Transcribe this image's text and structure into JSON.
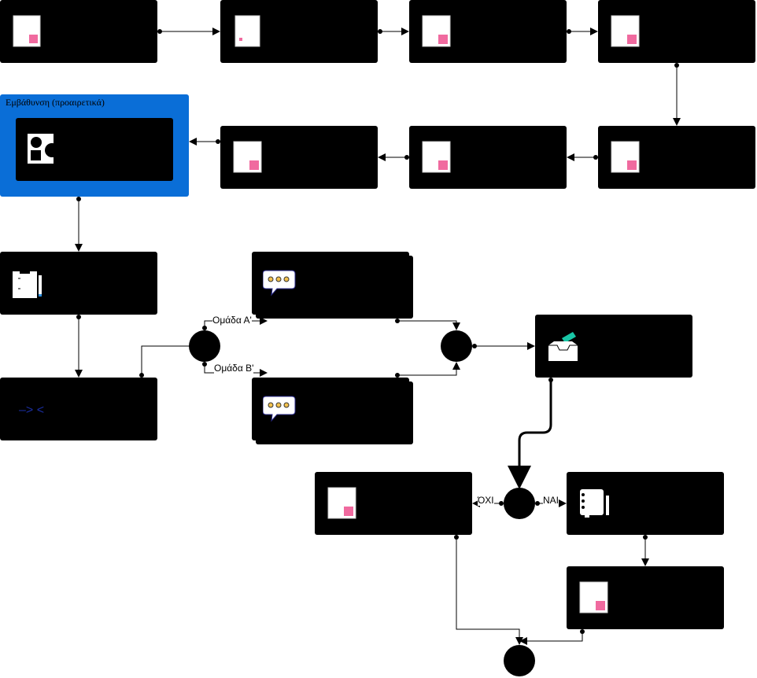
{
  "group": {
    "title": "Εμβάθυνση (προαιρετικά)"
  },
  "edge_labels": {
    "group_a": "Ομάδα Α'",
    "group_b": "Ομάδα Β'",
    "no": "ΌΧΙ",
    "yes": "ΝΑΙ"
  },
  "code_symbol": "–> <",
  "colors": {
    "box": "#000000",
    "group": "#0a6ed7",
    "page_accent": "#f06a9f",
    "tray_accent": "#19c6a6"
  },
  "icons": {
    "page": "page-icon",
    "shapes": "shapes-icon",
    "clipboard": "clipboard-icon",
    "chat": "speech-bubble-icon",
    "inbox": "inbox-icon",
    "notebook": "notebook-icon",
    "code": "code-icon"
  }
}
